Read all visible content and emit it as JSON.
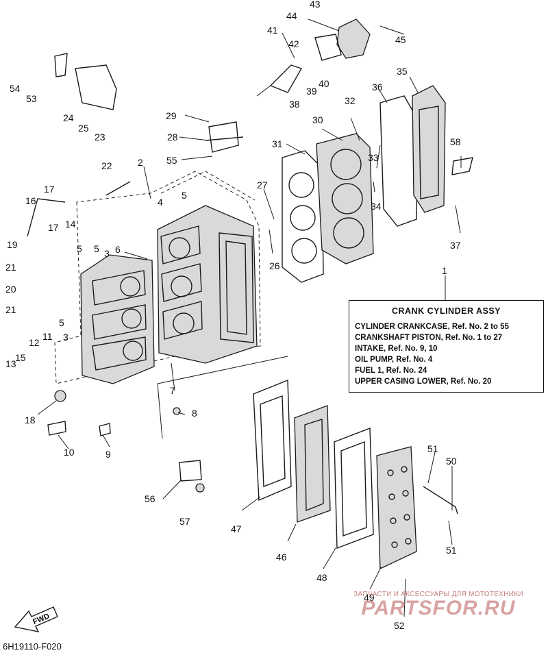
{
  "assembly_box": {
    "title": "CRANK  CYLINDER  ASSY",
    "lines": [
      "CYLINDER CRANKCASE, Ref. No. 2 to 55",
      "CRANKSHAFT PISTON,      Ref. No. 1 to 27",
      "INTAKE,        Ref. No. 9, 10",
      "OIL PUMP,   Ref. No. 4",
      "FUEL 1,        Ref. No. 24",
      "UPPER CASING LOWER,  Ref. No. 20"
    ]
  },
  "callouts": [
    "1",
    "2",
    "3",
    "3",
    "4",
    "5",
    "5",
    "5",
    "5",
    "6",
    "7",
    "8",
    "9",
    "10",
    "11",
    "12",
    "13",
    "14",
    "15",
    "16",
    "17",
    "17",
    "18",
    "19",
    "20",
    "21",
    "21",
    "22",
    "23",
    "24",
    "25",
    "26",
    "27",
    "28",
    "29",
    "30",
    "31",
    "32",
    "33",
    "34",
    "35",
    "36",
    "37",
    "38",
    "39",
    "40",
    "41",
    "42",
    "43",
    "44",
    "45",
    "46",
    "47",
    "48",
    "49",
    "50",
    "51",
    "51",
    "52",
    "53",
    "54",
    "55",
    "56",
    "57",
    "58"
  ],
  "forward_arrow": "FWD",
  "drawing_code": "6H19110-F020",
  "watermark": {
    "tagline": "ЗАПЧАСТИ И АКСЕССУАРЫ ДЛЯ МОТОТЕХНИКИ",
    "logo": "PARTSFOR.RU"
  }
}
